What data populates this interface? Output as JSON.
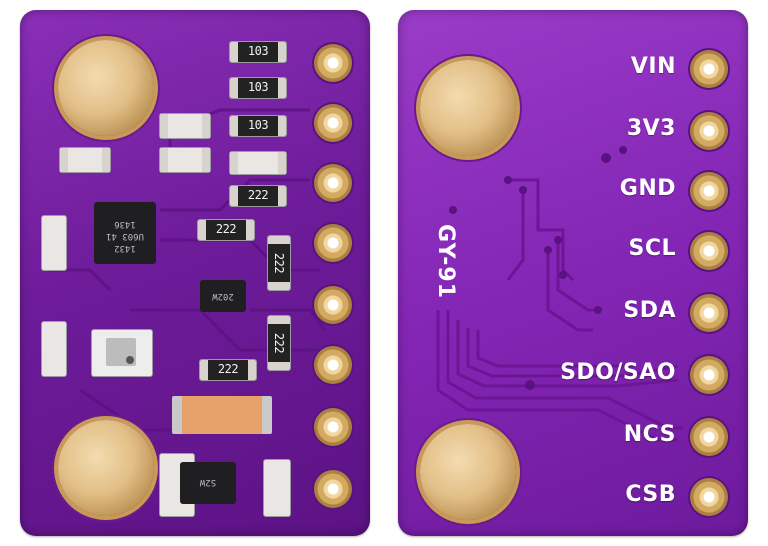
{
  "front": {
    "resistor_labels": [
      "103",
      "103",
      "103",
      "222",
      "222",
      "222",
      "222",
      "222"
    ],
    "imu_chip_text": [
      "U603 41",
      "1436",
      "1432"
    ],
    "regulator_text": "202W",
    "ldo_text": "S2W"
  },
  "back": {
    "board_label": "GY-91",
    "pins": [
      "VIN",
      "3V3",
      "GND",
      "SCL",
      "SDA",
      "SDO/SAO",
      "NCS",
      "CSB"
    ]
  },
  "colors": {
    "pcb": "#7a22a8",
    "gold": "#d4aa62",
    "silkscreen": "#ffffff"
  }
}
